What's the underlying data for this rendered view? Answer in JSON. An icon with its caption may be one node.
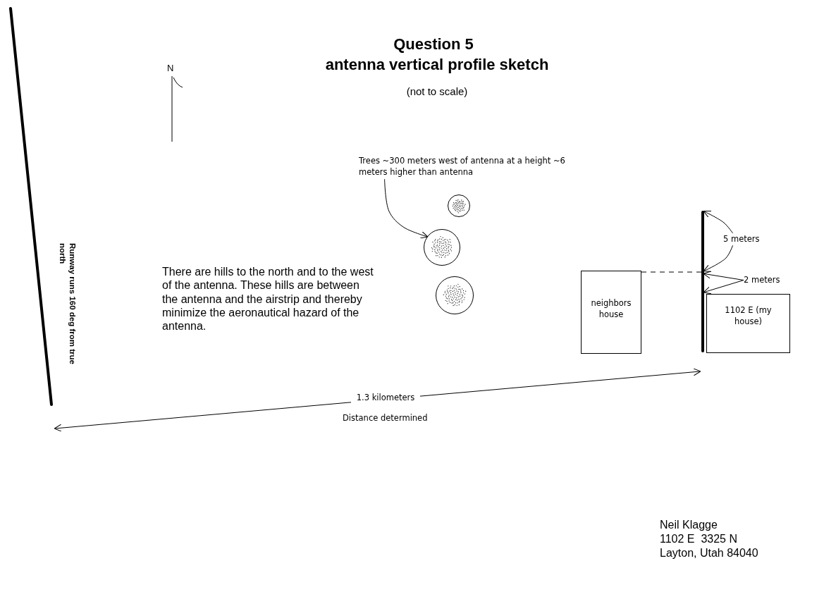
{
  "diagram": {
    "title": "Question 5",
    "nodes": [
      {
        "text": [
          "Trees ~300 meters west of antenna at a height ~6 meters higher than antenna"
        ]
      },
      {
        "text": [],
        "shape": "circle"
      },
      {
        "text": [],
        "shape": "circle"
      },
      {
        "text": [],
        "shape": "circle"
      },
      {
        "text": [
          "neighbors house"
        ]
      },
      {
        "text": [],
        "shape": "bar"
      },
      {
        "text": [
          "1102 E (my house)"
        ]
      },
      {
        "text": [
          "5 meters"
        ]
      },
      {
        "text": [
          "2 meters"
        ]
      }
    ],
    "edges": [
      {
        "from": 0,
        "to": 2,
        "arrow": "to"
      },
      {
        "from": 4,
        "to": 5,
        "arrow": "none",
        "style": "dashed"
      },
      {
        "from": 7,
        "to": 5,
        "arrow": "to"
      },
      {
        "from": 7,
        "to": 5,
        "arrow": "to"
      },
      {
        "from": 8,
        "to": 5,
        "arrow": "to"
      },
      {
        "from": 8,
        "to": 5,
        "arrow": "to"
      }
    ],
    "labels": [
      "antenna vertical profile sketch",
      "(not to scale)",
      "N",
      "Runway runs 160 deg from true north",
      "There are hills to the north and to the west of the antenna. These hills are between the antenna and the airstrip and thereby minimize the aeronautical hazard of the antenna.",
      "1.3 kilometers",
      "Distance determined",
      "Neil Klagge",
      "1102 E  3325 N",
      "Layton, Utah 84040"
    ]
  }
}
